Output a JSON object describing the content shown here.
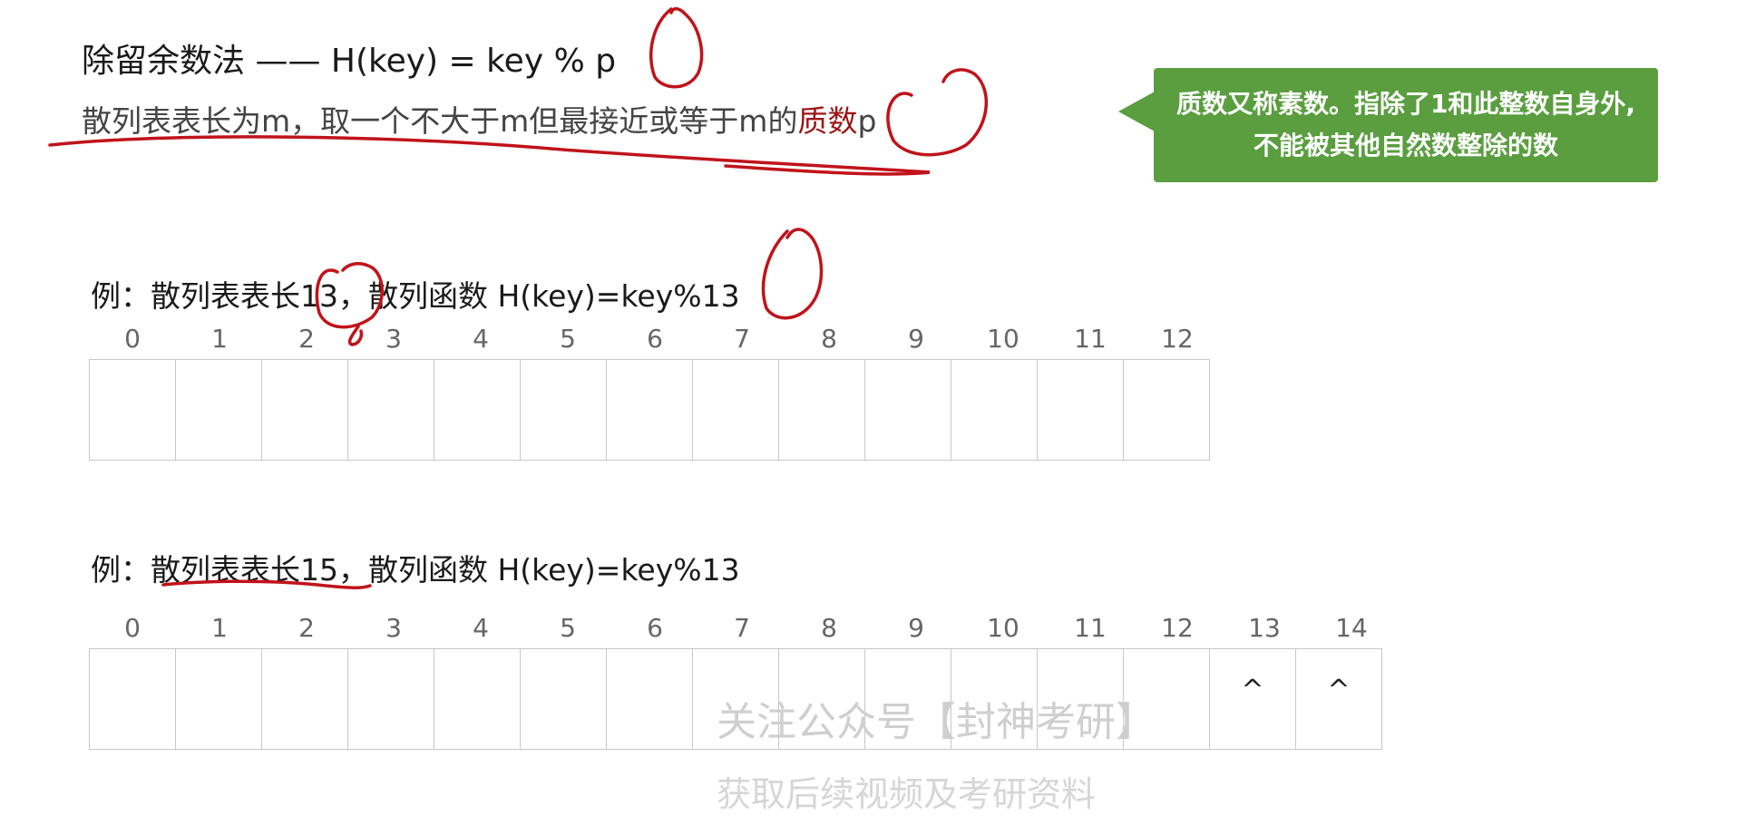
{
  "method": {
    "title": "除留余数法 —— H(key) = key % p",
    "subtitle_before": "散列表表长为m，取一个不大于m但最接近或等于m的",
    "subtitle_prime": "质数",
    "subtitle_after": "p"
  },
  "note": {
    "text": "质数又称素数。指除了1和此整数自身外,不能被其他自然数整除的数",
    "color": "#5a9e3f"
  },
  "example1": {
    "text": "例：散列表表长13，散列函数 H(key)=key%13",
    "indices": [
      "0",
      "1",
      "2",
      "3",
      "4",
      "5",
      "6",
      "7",
      "8",
      "9",
      "10",
      "11",
      "12"
    ],
    "cells": [
      "",
      "",
      "",
      "",
      "",
      "",
      "",
      "",
      "",
      "",
      "",
      "",
      ""
    ]
  },
  "example2": {
    "text": "例：散列表表长15，散列函数 H(key)=key%13",
    "indices": [
      "0",
      "1",
      "2",
      "3",
      "4",
      "5",
      "6",
      "7",
      "8",
      "9",
      "10",
      "11",
      "12",
      "13",
      "14"
    ],
    "cells": [
      "",
      "",
      "",
      "",
      "",
      "",
      "",
      "",
      "",
      "",
      "",
      "",
      "",
      "^",
      "^"
    ]
  },
  "watermark": {
    "line1": "关注公众号【封神考研】",
    "line2": "获取后续视频及考研资料"
  },
  "annotation_color": "#c0131a"
}
